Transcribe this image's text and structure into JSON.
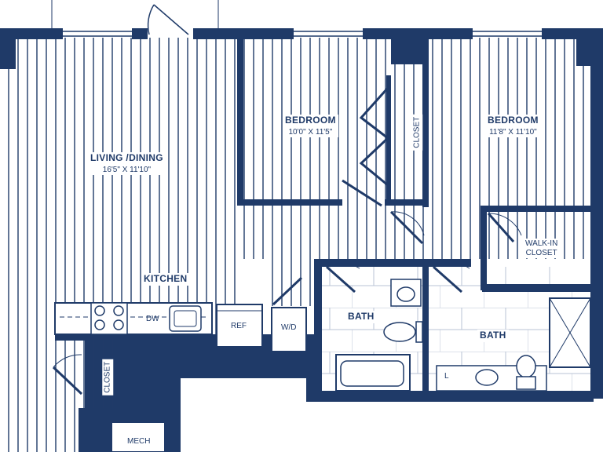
{
  "colors": {
    "wall": "#1f3a68",
    "line": "#1f3a68",
    "floor_bg": "#ffffff"
  },
  "rooms": {
    "living": {
      "name": "LIVING /DINING",
      "dim": "16'5\" X 11'10\""
    },
    "bedroom1": {
      "name": "BEDROOM",
      "dim": "10'0\" X 11'5\""
    },
    "bedroom2": {
      "name": "BEDROOM",
      "dim": "11'8\" X 11'10\""
    },
    "kitchen": {
      "name": "KITCHEN"
    },
    "walkin": {
      "line1": "WALK-IN",
      "line2": "CLOSET"
    },
    "bath1": {
      "name": "BATH"
    },
    "bath2": {
      "name": "BATH"
    }
  },
  "fixtures": {
    "dw": "DW",
    "ref": "REF",
    "wd": "W/D",
    "closet_top": "CLOSET",
    "closet_left": "CLOSET",
    "mech": "MECH",
    "linen": "L"
  }
}
